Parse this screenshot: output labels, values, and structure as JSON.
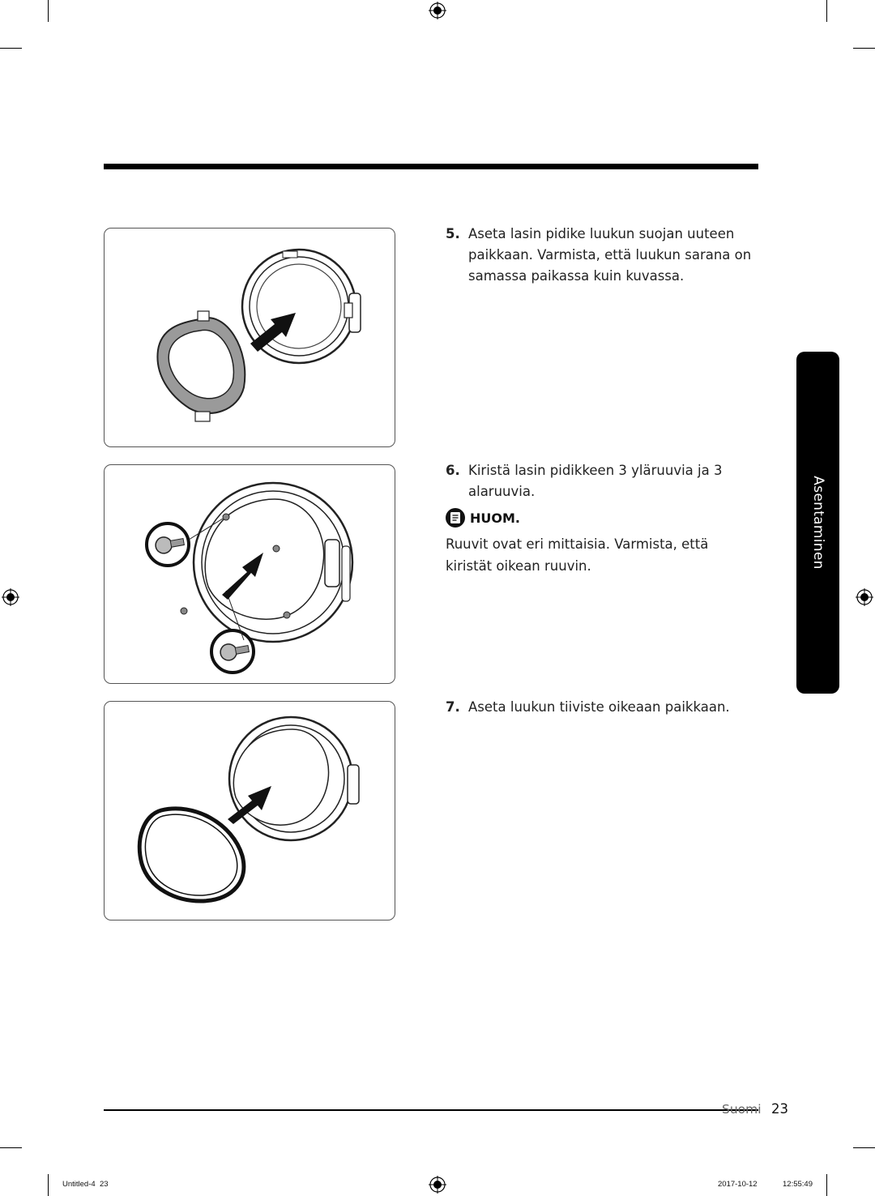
{
  "section_tab": "Asentaminen",
  "steps": [
    {
      "number": "5.",
      "text": "Aseta lasin pidike luukun suojan uuteen paikkaan. Varmista, että luukun sarana on samassa paikassa kuin kuvassa."
    },
    {
      "number": "6.",
      "text": "Kiristä lasin pidikkeen 3 yläruuvia ja 3 alaruuvia."
    },
    {
      "number": "7.",
      "text": "Aseta luukun tiiviste oikeaan paikkaan."
    }
  ],
  "note": {
    "icon": "note-icon",
    "label": "HUOM.",
    "text": "Ruuvit ovat eri mittaisia. Varmista, että kiristät oikean ruuvin."
  },
  "footer": {
    "language": "Suomi",
    "page": "23"
  },
  "print_info": {
    "file": "Untitled-4",
    "page": "23",
    "date": "2017-10-12",
    "time": "12:55:49"
  }
}
